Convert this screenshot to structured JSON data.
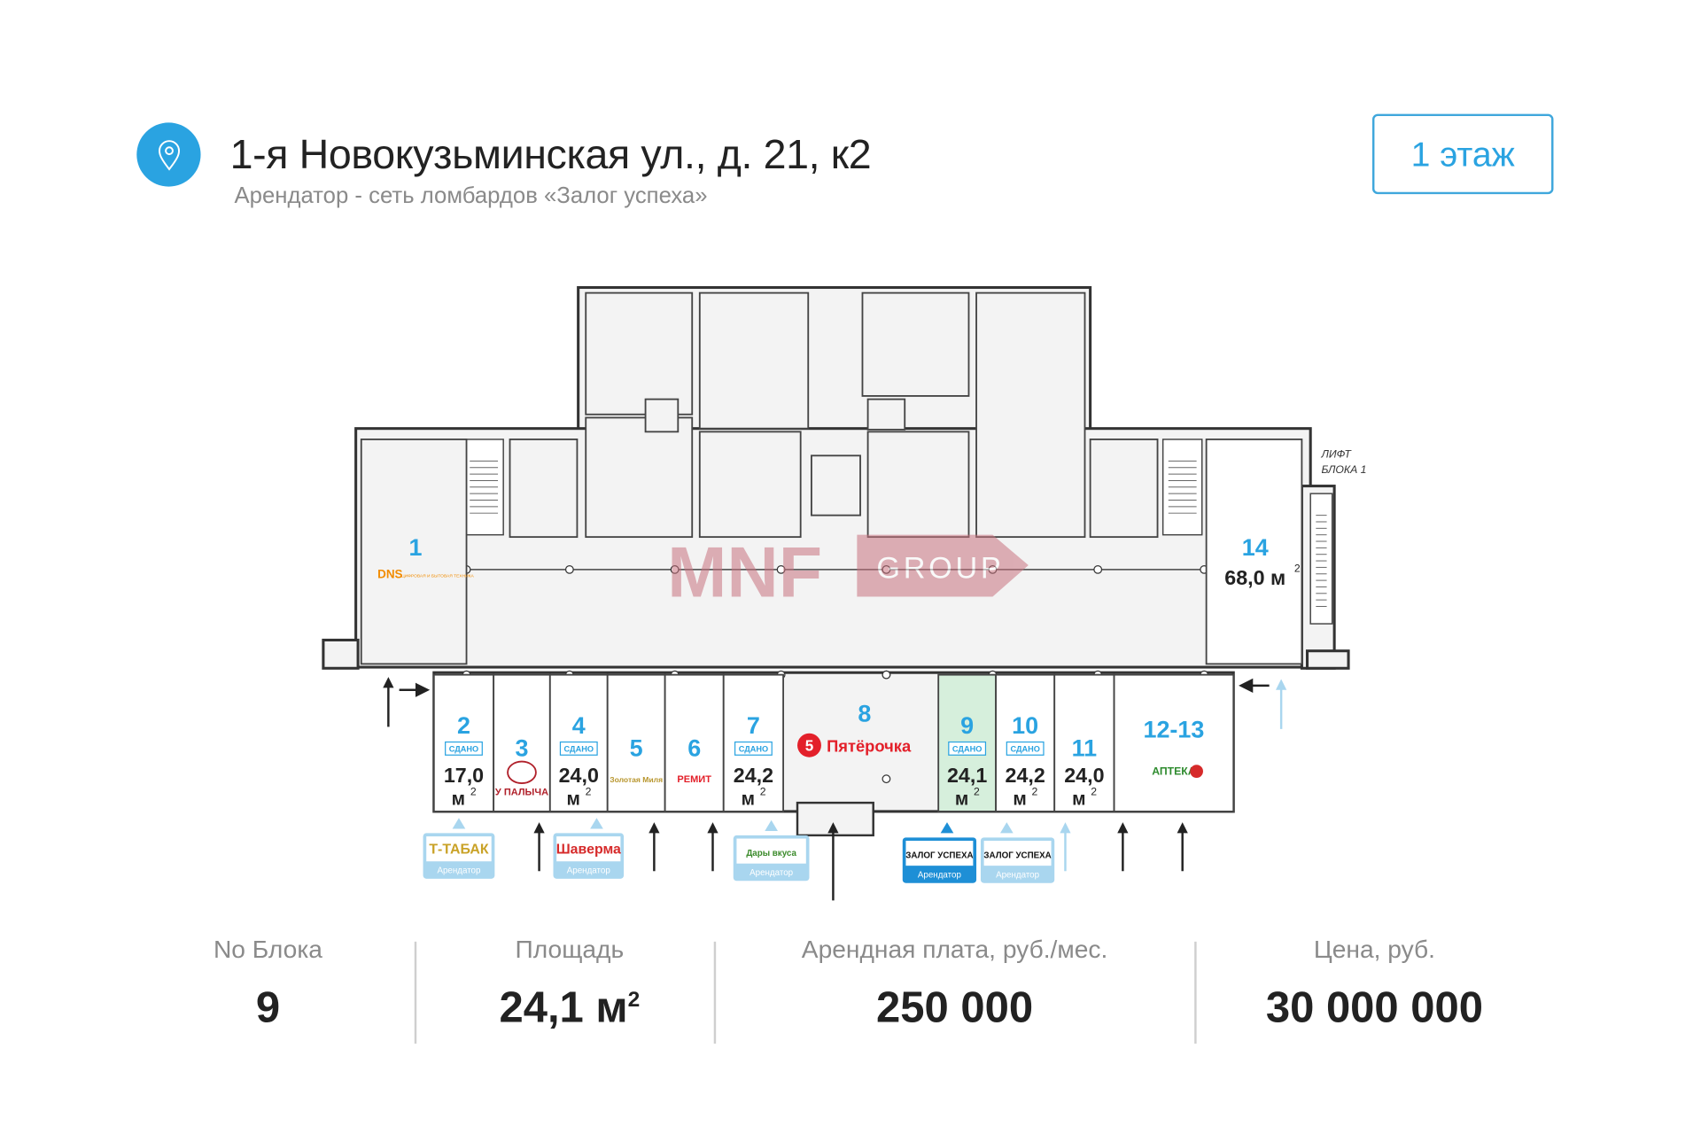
{
  "header": {
    "icon": "location-pin-icon",
    "title": "1-я Новокузьминская ул., д. 21, к2",
    "subtitle": "Арендатор - сеть ломбардов «Залог успеха»",
    "floor_button": "1 этаж",
    "accent_color": "#2aa3e1"
  },
  "plan": {
    "watermark": {
      "mark": "MNF",
      "text": "GROUP",
      "color": "#c9737f"
    },
    "lift_label": [
      "ЛИФТ",
      "БЛОКА 1"
    ],
    "status_label": "СДАНО",
    "area_unit": "м",
    "selected_fill": "#d6efdc",
    "units": [
      {
        "number": "1",
        "logo": "DNS",
        "logo_sub": "ЦИФРОВАЯ И БЫТОВАЯ ТЕХНИКА",
        "logo_color": "#f28c00"
      },
      {
        "number": "2",
        "status": "СДАНО",
        "area": "17,0"
      },
      {
        "number": "3",
        "logo": "У ПАЛЫЧА",
        "logo_color": "#b0202a"
      },
      {
        "number": "4",
        "status": "СДАНО",
        "area": "24,0"
      },
      {
        "number": "5",
        "logo": "Золотая Миля",
        "logo_color": "#b8962e"
      },
      {
        "number": "6",
        "logo": "РЕМИТ",
        "logo_color": "#e3202a"
      },
      {
        "number": "7",
        "status": "СДАНО",
        "area": "24,2"
      },
      {
        "number": "8",
        "logo": "Пятёрочка",
        "logo_color": "#e3202a"
      },
      {
        "number": "9",
        "status": "СДАНО",
        "area": "24,1",
        "selected": true
      },
      {
        "number": "10",
        "status": "СДАНО",
        "area": "24,2"
      },
      {
        "number": "11",
        "area": "24,0"
      },
      {
        "number": "12-13",
        "logo": "АПТЕКА",
        "logo_color": "#2e8b2e"
      },
      {
        "number": "14",
        "area": "68,0"
      }
    ],
    "tenant_badges": [
      {
        "name": "Т-ТАБАК",
        "caption": "Арендатор",
        "name_color": "#c9a227",
        "active": false
      },
      {
        "name": "Шаверма",
        "caption": "Арендатор",
        "name_color": "#d62a2a",
        "active": false
      },
      {
        "name": "Дары вкуса",
        "caption": "Арендатор",
        "name_color": "#3a8a2a",
        "active": false
      },
      {
        "name": "ЗАЛОГ УСПЕХА",
        "caption": "Арендатор",
        "name_color": "#111111",
        "active": true
      },
      {
        "name": "ЗАЛОГ УСПЕХА",
        "caption": "Арендатор",
        "name_color": "#111111",
        "active": false
      }
    ]
  },
  "stats": {
    "block": {
      "label": "No Блока",
      "value": "9"
    },
    "area": {
      "label": "Площадь",
      "value": "24,1 м",
      "sup": "2"
    },
    "rent": {
      "label": "Арендная плата, руб./мес.",
      "value": "250 000"
    },
    "price": {
      "label": "Цена, руб.",
      "value": "30 000 000"
    }
  }
}
